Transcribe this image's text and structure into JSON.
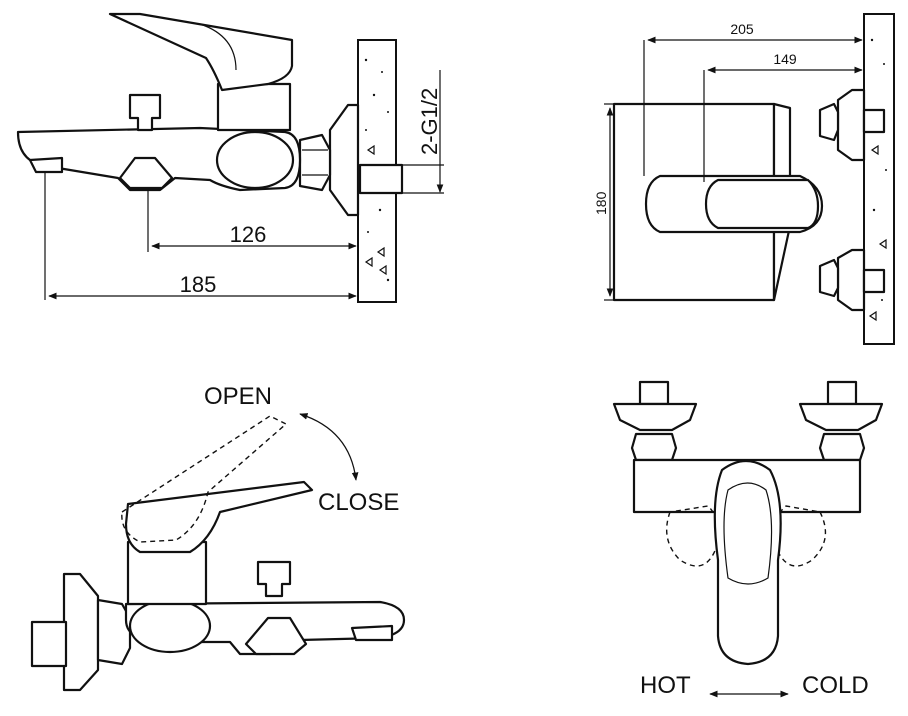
{
  "dimensions": {
    "side_126": "126",
    "side_185": "185",
    "thread": "2-G1/2",
    "plan_205": "205",
    "plan_149": "149",
    "plan_180": "180"
  },
  "labels": {
    "open": "OPEN",
    "close": "CLOSE",
    "hot": "HOT",
    "cold": "COLD"
  }
}
